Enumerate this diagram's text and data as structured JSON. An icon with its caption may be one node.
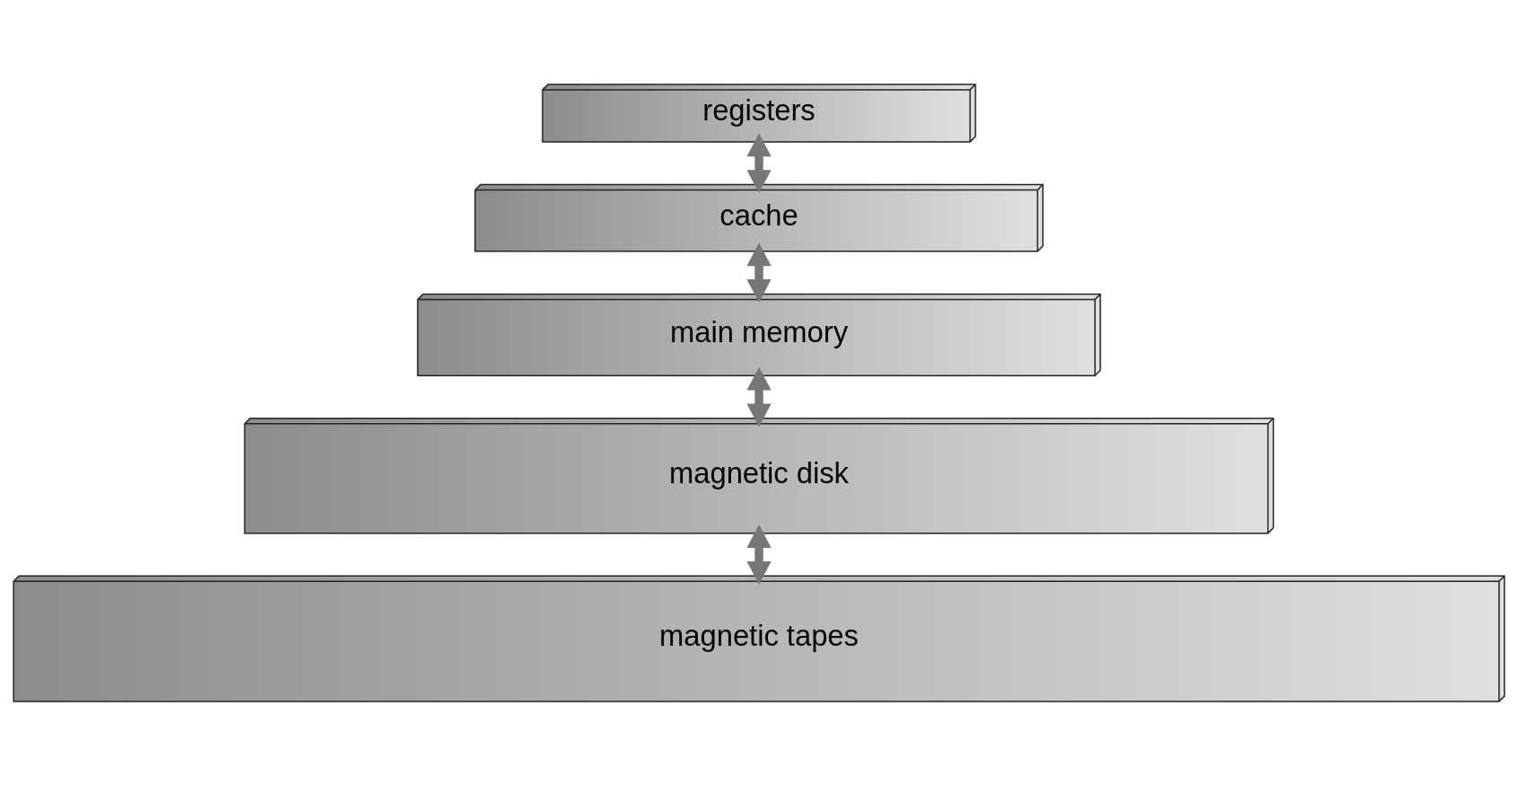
{
  "diagram": {
    "nodes": [
      {
        "text": [
          "registers"
        ]
      },
      {
        "text": [
          "cache"
        ]
      },
      {
        "text": [
          "main memory"
        ]
      },
      {
        "text": [
          "magnetic disk"
        ]
      },
      {
        "text": [
          "magnetic tapes"
        ]
      }
    ],
    "edges": [
      {
        "from": 1,
        "to": 0,
        "arrow": "to"
      },
      {
        "from": 0,
        "to": 1,
        "arrow": "to"
      },
      {
        "from": 2,
        "to": 1,
        "arrow": "to"
      },
      {
        "from": 1,
        "to": 2,
        "arrow": "to"
      },
      {
        "from": 3,
        "to": 2,
        "arrow": "to"
      },
      {
        "from": 2,
        "to": 3,
        "arrow": "to"
      },
      {
        "from": 4,
        "to": 3,
        "arrow": "to"
      },
      {
        "from": 3,
        "to": 4,
        "arrow": "to"
      }
    ]
  }
}
